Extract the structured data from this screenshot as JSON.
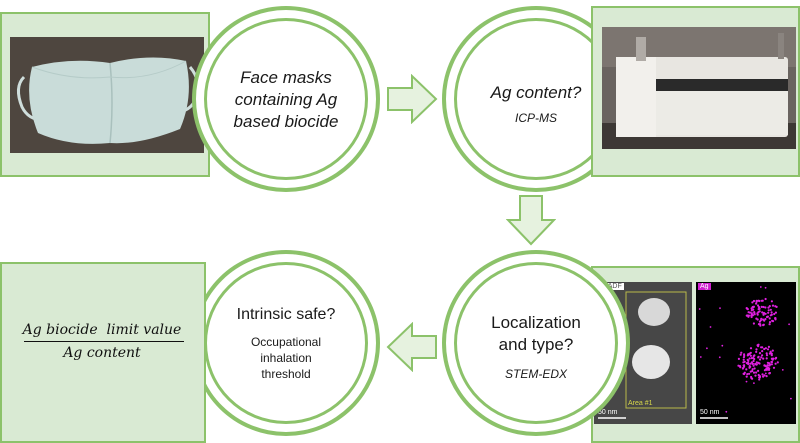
{
  "step1": {
    "lines": [
      "Face masks",
      "containing Ag",
      "based biocide"
    ]
  },
  "step2": {
    "question": "Ag content?",
    "method": "ICP-MS"
  },
  "step3": {
    "question_lines": [
      "Localization",
      "and type?"
    ],
    "method": "STEM-EDX"
  },
  "step4": {
    "question": "Intrinsic safe?",
    "detail_lines": [
      "Occupational",
      "inhalation",
      "threshold"
    ]
  },
  "formula": {
    "numerator": "Ag biocide  limit value",
    "denominator": "Ag content"
  },
  "tem": {
    "left_label": "HAADF",
    "right_label": "Ag",
    "area_label": "Area #1",
    "scale_left": "50 nm",
    "scale_right": "50 nm"
  },
  "colors": {
    "accent": "#8cc26a",
    "panel": "#d9ead3",
    "particles": "#e020e0"
  }
}
